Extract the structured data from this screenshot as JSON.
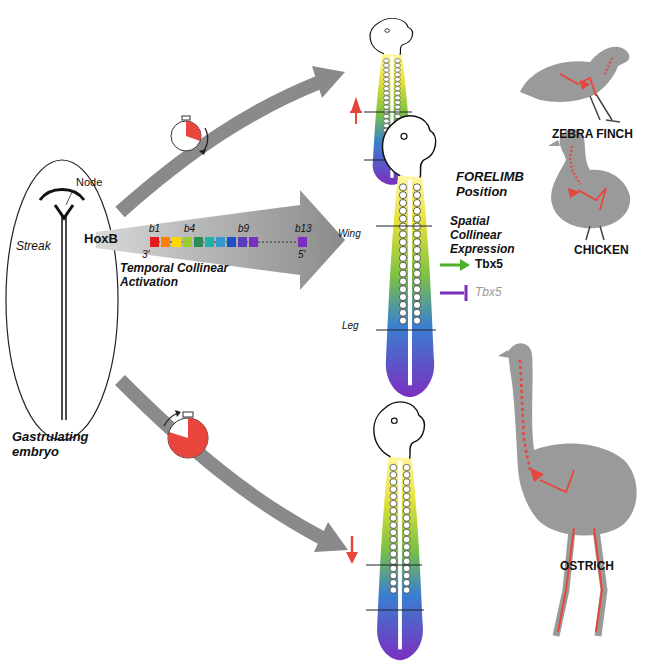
{
  "diagram": {
    "labels": [
      "Node",
      "Streak",
      "Gastrulating embryo",
      "HoxB",
      "b1",
      "b4",
      "b9",
      "b13",
      "3'",
      "5'",
      "Temporal Collinear Activation",
      "Spatial Collinear Expression",
      "FORELIMB Position",
      "Wing",
      "Leg",
      "Tbx5",
      "Tbx5",
      "ZEBRA FINCH",
      "CHICKEN",
      "OSTRICH"
    ]
  }
}
